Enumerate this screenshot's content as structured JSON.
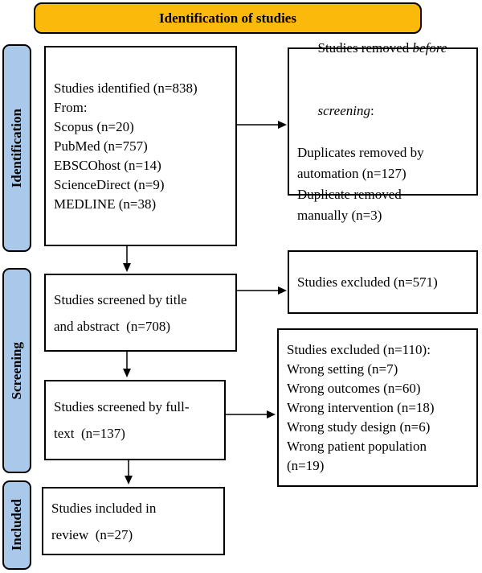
{
  "banner": {
    "title": "Identification of studies"
  },
  "stages": {
    "identification": "Identification",
    "screening": "Screening",
    "included": "Included"
  },
  "boxes": {
    "identified": {
      "lines": [
        "Studies identified (n=838)",
        "From:",
        "Scopus (n=20)",
        "PubMed (n=757)",
        "EBSCOhost (n=14)",
        "ScienceDirect (n=9)",
        "MEDLINE (n=38)"
      ]
    },
    "removed_before_screening": {
      "l1_normal": "Studies removed ",
      "l1_italic": "before",
      "l2_italic": "screening",
      "l2_normal": ":",
      "lines": [
        "Duplicates removed by",
        "automation (n=127)",
        "Duplicate removed",
        "manually (n=3)"
      ]
    },
    "screened_title_abstract": {
      "lines": [
        "Studies screened by title",
        "and abstract  (n=708)"
      ]
    },
    "excluded_title_abstract": {
      "lines": [
        "Studies excluded (n=571)"
      ]
    },
    "screened_fulltext": {
      "lines": [
        "Studies screened by full-",
        "text  (n=137)"
      ]
    },
    "excluded_fulltext": {
      "lines": [
        "Studies excluded (n=110):",
        "Wrong setting (n=7)",
        "Wrong outcomes (n=60)",
        "Wrong intervention (n=18)",
        "Wrong study design (n=6)",
        "Wrong patient population",
        "(n=19)"
      ]
    },
    "included_review": {
      "lines": [
        "Studies included in",
        "review  (n=27)"
      ]
    }
  },
  "colors": {
    "banner_bg": "#FBB90B",
    "stage_bg": "#A9C8EA",
    "border": "#000000"
  }
}
